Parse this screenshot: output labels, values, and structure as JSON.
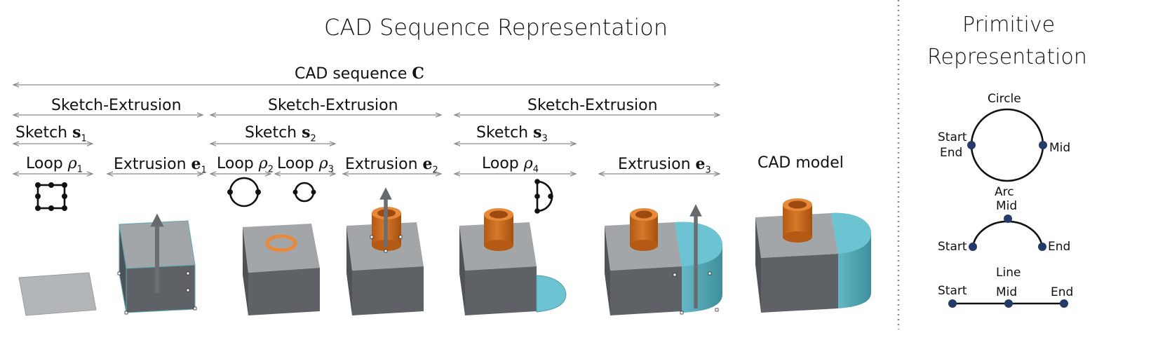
{
  "main_title": "CAD Sequence Representation",
  "sequence": {
    "label": "CAD sequence ",
    "symbol": "C"
  },
  "sketch_extrusion": [
    "Sketch-Extrusion",
    "Sketch-Extrusion",
    "Sketch-Extrusion"
  ],
  "sketches": [
    {
      "label": "Sketch ",
      "symbol": "s",
      "sub": "1"
    },
    {
      "label": "Sketch ",
      "symbol": "s",
      "sub": "2"
    },
    {
      "label": "Sketch ",
      "symbol": "s",
      "sub": "3"
    }
  ],
  "loops": [
    {
      "label": "Loop ",
      "symbol": "ρ",
      "sub": "1"
    },
    {
      "label": "Loop ",
      "symbol": "ρ",
      "sub": "2"
    },
    {
      "label": "Loop ",
      "symbol": "ρ",
      "sub": "3"
    },
    {
      "label": "Loop  ",
      "symbol": "ρ",
      "sub": "4"
    }
  ],
  "extrusions": [
    {
      "label": "Extrusion ",
      "symbol": "e",
      "sub": "1"
    },
    {
      "label": "Extrusion ",
      "symbol": "e",
      "sub": "2"
    },
    {
      "label": "Extrusion ",
      "symbol": "e",
      "sub": "3"
    }
  ],
  "cad_model_label": "CAD model",
  "primitive": {
    "title_line1": "Primitive",
    "title_line2": "Representation",
    "circle": {
      "title": "Circle",
      "start": "Start",
      "end": "End",
      "mid": "Mid"
    },
    "arc": {
      "title": "Arc",
      "mid": "Mid",
      "start": "Start",
      "end": "End"
    },
    "line": {
      "title": "Line",
      "start": "Start",
      "mid": "Mid",
      "end": "End"
    }
  },
  "colors": {
    "arrow_line": "#8a8a8a",
    "box_top": "#a3a6a9",
    "box_front": "#5e6266",
    "box_side": "#4f5357",
    "cylinder": "#cf6f1e",
    "cylinder_rim": "#e8893a",
    "extrusion_cyan": "#6cc4d2",
    "extrusion_cyan_dark": "#4b9fad",
    "point_navy": "#243a6b"
  }
}
